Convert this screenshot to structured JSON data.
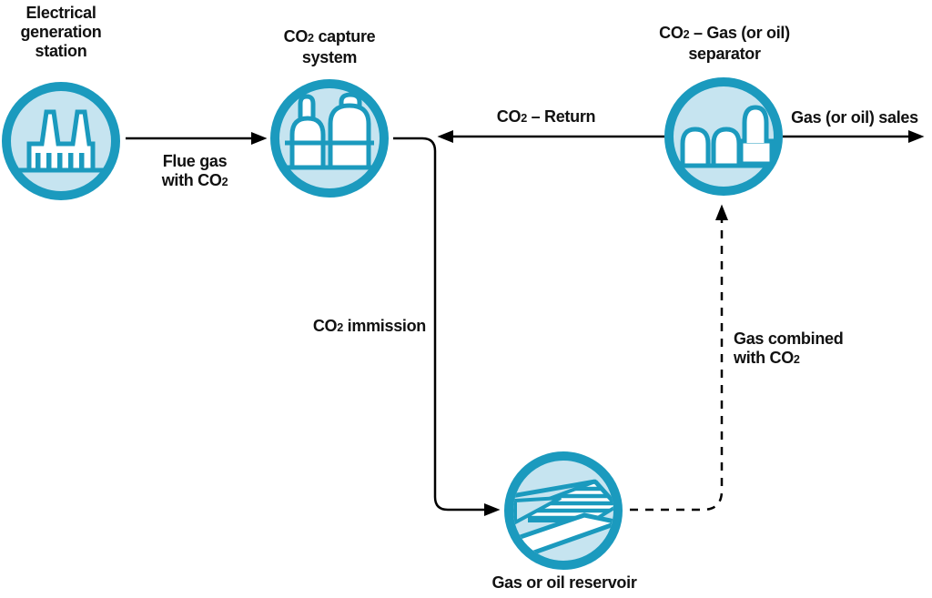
{
  "diagram": {
    "colors": {
      "accent": "#1b9abe",
      "node_fill": "#c6e4f0",
      "connector": "#000000",
      "text": "#111111"
    },
    "nodes": [
      {
        "id": "electrical-generation-station",
        "label": [
          "Electrical",
          "generation",
          "station"
        ],
        "icon": "factory-icon"
      },
      {
        "id": "co2-capture-system",
        "label": [
          "CO2 capture",
          "system"
        ],
        "icon": "capture-tanks-icon"
      },
      {
        "id": "co2-gas-oil-separator",
        "label": [
          "CO2 – Gas (or oil)",
          "separator"
        ],
        "icon": "separator-tanks-icon"
      },
      {
        "id": "gas-or-oil-reservoir",
        "label": [
          "Gas or oil reservoir"
        ],
        "icon": "reservoir-strata-icon"
      }
    ],
    "edges": [
      {
        "id": "flue-gas",
        "label": [
          "Flue gas",
          "with CO2"
        ],
        "from": "electrical-generation-station",
        "to": "co2-capture-system",
        "style": "solid-arrow"
      },
      {
        "id": "co2-immission",
        "label": [
          "CO2 immission"
        ],
        "from": "co2-capture-system",
        "to": "gas-or-oil-reservoir",
        "style": "solid-arrow"
      },
      {
        "id": "gas-combined-with-co2",
        "label": [
          "Gas combined",
          "with CO2"
        ],
        "from": "gas-or-oil-reservoir",
        "to": "co2-gas-oil-separator",
        "style": "dashed-arrow"
      },
      {
        "id": "co2-return",
        "label": [
          "CO2 – Return"
        ],
        "from": "co2-gas-oil-separator",
        "to": "co2-capture-system",
        "style": "solid-arrow"
      },
      {
        "id": "gas-or-oil-sales",
        "label": [
          "Gas (or oil) sales"
        ],
        "from": "co2-gas-oil-separator",
        "to": "off-canvas-right",
        "style": "solid-arrow"
      }
    ]
  }
}
